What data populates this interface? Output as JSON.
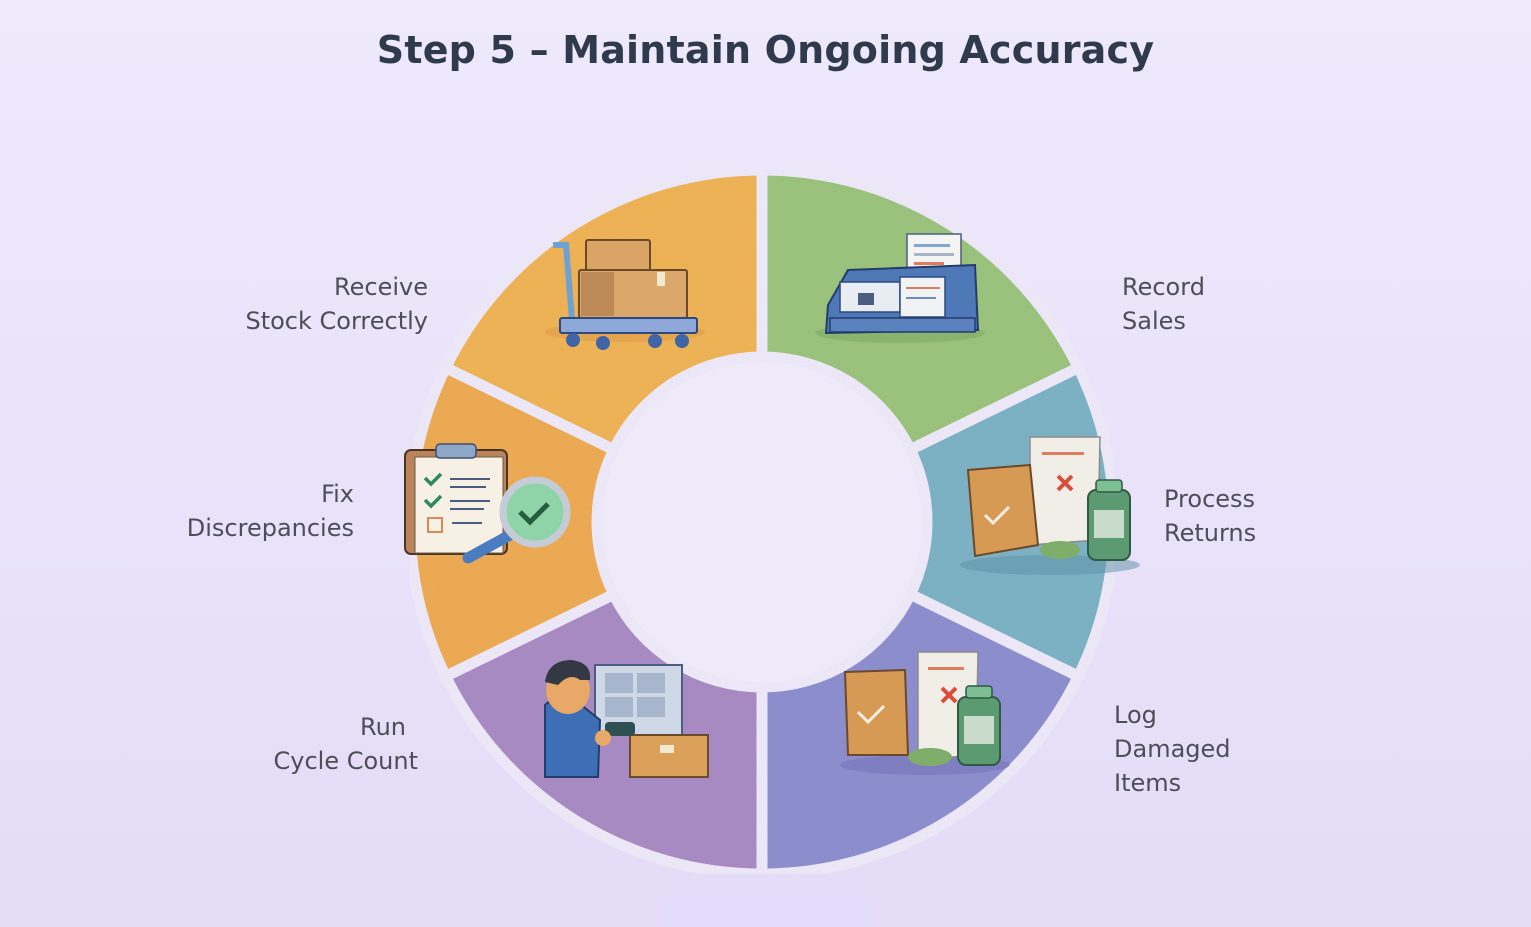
{
  "title": "Step 5 – Maintain Ongoing Accuracy",
  "segments": [
    {
      "id": "receive",
      "lines": [
        "Receive",
        "Stock Correctly"
      ],
      "color": "#f0b457",
      "icon": "hand-truck-with-boxes-icon"
    },
    {
      "id": "record",
      "lines": [
        "Record",
        "Sales"
      ],
      "color": "#9cc47e",
      "icon": "cash-register-icon"
    },
    {
      "id": "returns",
      "lines": [
        "Process",
        "Returns"
      ],
      "color": "#7db3c6",
      "icon": "returned-package-icon"
    },
    {
      "id": "damaged",
      "lines": [
        "Log",
        "Damaged",
        "Items"
      ],
      "color": "#8e8fcf",
      "icon": "damaged-goods-icon"
    },
    {
      "id": "cycle",
      "lines": [
        "Run",
        "Cycle Count"
      ],
      "color": "#a98cc4",
      "icon": "worker-scanning-icon"
    },
    {
      "id": "fix",
      "lines": [
        "Fix",
        "Discrepancies"
      ],
      "color": "#eeab55",
      "icon": "clipboard-magnifier-icon"
    }
  ],
  "colors": {
    "title": "#2f3a4d",
    "label": "#4c4f57",
    "center": "#eeeaf8"
  }
}
